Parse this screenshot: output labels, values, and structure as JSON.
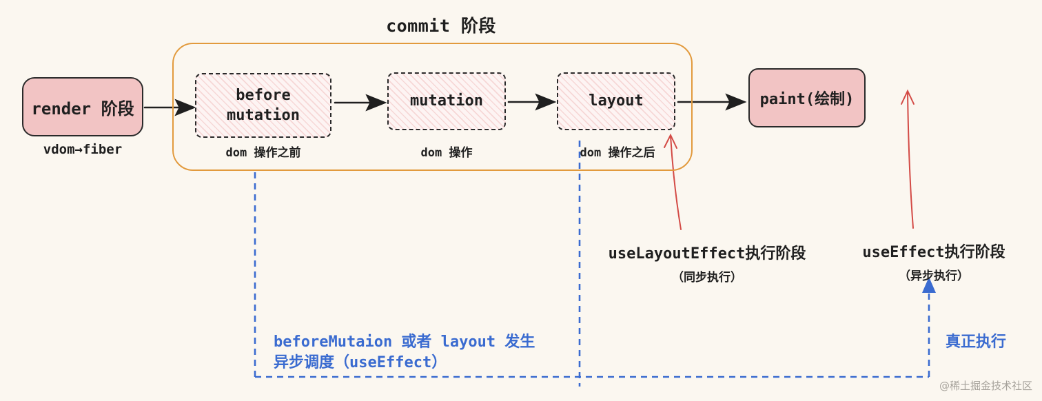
{
  "colors": {
    "background": "#fbf7f0",
    "node_pink": "#f2c4c4",
    "hatch_pink": "#fdf4f3",
    "container_orange": "#e29a3d",
    "blue": "#3a6bd0",
    "red": "#d34a45",
    "ink": "#1f1f1f",
    "watermark_gray": "#a6a29b"
  },
  "title": "commit 阶段",
  "nodes": {
    "render": {
      "label": "render 阶段",
      "sublabel": "vdom→fiber"
    },
    "before_mutation": {
      "label_line1": "before",
      "label_line2": "mutation",
      "sublabel": "dom 操作之前"
    },
    "mutation": {
      "label": "mutation",
      "sublabel": "dom 操作"
    },
    "layout": {
      "label": "layout",
      "sublabel": "dom 操作之后"
    },
    "paint": {
      "label": "paint(绘制)"
    }
  },
  "annotations": {
    "use_layout_effect": {
      "title": "useLayoutEffect执行阶段",
      "subtitle": "（同步执行）"
    },
    "use_effect": {
      "title": "useEffect执行阶段",
      "subtitle": "（异步执行）"
    },
    "schedule_line1": "beforeMutaion 或者 layout 发生",
    "schedule_line2": "异步调度（useEffect）",
    "real_execute": "真正执行"
  },
  "watermark": "@稀土掘金技术社区"
}
